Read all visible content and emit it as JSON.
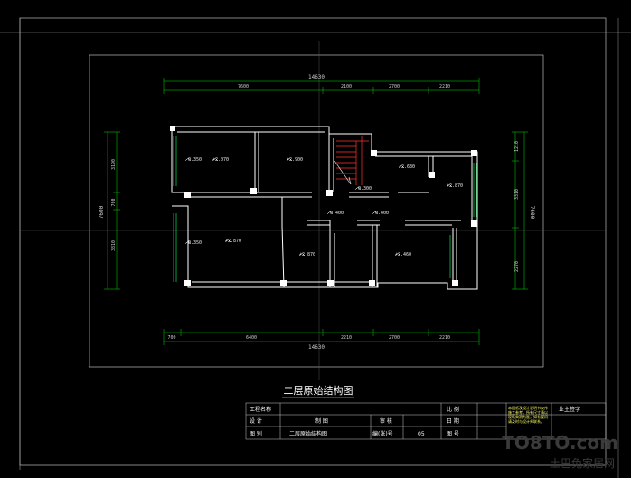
{
  "drawing": {
    "title": "二层原始结构图",
    "top_dims": {
      "overall": "14630",
      "segments": [
        "7600",
        "2100",
        "2700",
        "2210"
      ]
    },
    "bottom_dims": {
      "overall": "14630",
      "segments": [
        "700",
        "6400",
        "2210",
        "2700",
        "2210"
      ]
    },
    "left_dims": {
      "overall": "7600",
      "segments": [
        "3190",
        "700",
        "3810"
      ]
    },
    "right_dims": {
      "overall": "7600",
      "segments": [
        "1210",
        "3310",
        "2270"
      ]
    },
    "elevations": [
      "-0.350",
      "+2.070",
      "+2.900",
      "-0.300",
      "+2.630",
      "+2.870",
      "-0.400",
      "-0.400",
      "-0.350",
      "+2.870",
      "+2.870",
      "+2.460"
    ]
  },
  "title_block": {
    "project_name_label": "工程名称",
    "scale_label": "比  例",
    "design_label": "设  计",
    "drafting_label": "制  图",
    "review_label": "审  核",
    "date_label": "日  期",
    "drawing_name_label": "图  别",
    "drawing_name_value": "二层原始结构图",
    "sheet_no_label": "编(张)号",
    "sheet_no_value": "05",
    "drawing_no_label": "图  号",
    "note_lines": [
      "本图纸及设计说明书仅作",
      "施工参考，所有尺寸请以",
      "现场实测为准，如有疑问",
      "请及时与设计师联系。"
    ],
    "owner_sign_label": "业主签字"
  },
  "watermark": {
    "brand": "TO8TO.com",
    "subtitle": "土巴兔家居网"
  },
  "colors": {
    "background": "#000000",
    "wall": "#ffffff",
    "dimension": "#00ff00",
    "frame": "#cccccc",
    "stair": "#ff3333",
    "note": "#ffff66"
  }
}
